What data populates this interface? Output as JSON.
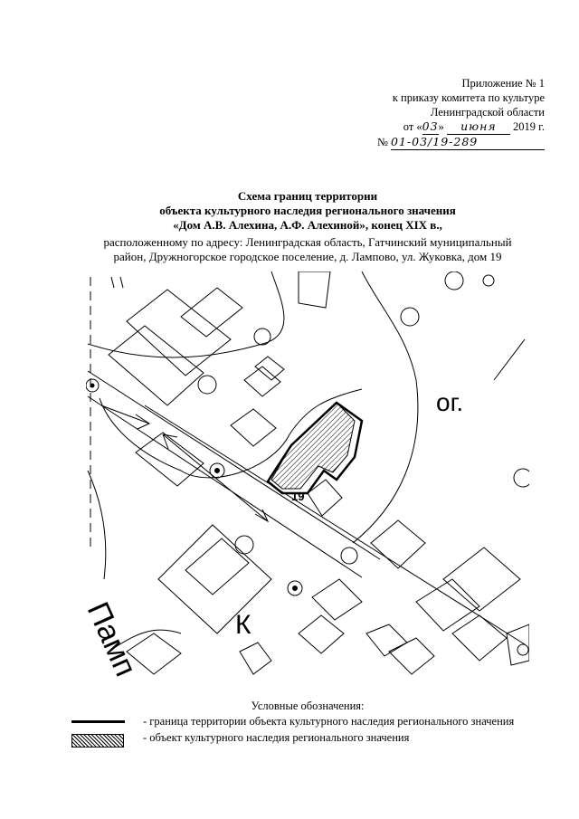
{
  "appendix": {
    "line1": "Приложение № 1",
    "line2": "к приказу комитета по культуре",
    "line3": "Ленинградской области",
    "date_prefix": "от «",
    "date_day": "03",
    "date_mid": "»",
    "date_month": "июня",
    "date_year": "2019 г.",
    "number_prefix": "№",
    "number_value": "01-03/19-289"
  },
  "title": {
    "line1": "Схема границ территории",
    "line2": "объекта культурного наследия регионального значения",
    "line3": "«Дом А.В. Алехина, А.Ф. Алехиной», конец XIX в.,"
  },
  "address": {
    "line1": "расположенному по адресу: Ленинградская область, Гатчинский муниципальный",
    "line2": "район, Дружногорское городское поселение, д. Лампово, ул. Жуковка, дом 19"
  },
  "map": {
    "label_og": "ог.",
    "label_k": "К",
    "label_lamp": "Памп",
    "house_number": "19"
  },
  "legend": {
    "title": "Условные обозначения:",
    "boundary": "- граница территории объекта культурного наследия регионального значения",
    "object": "- объект культурного наследия регионального значения"
  }
}
